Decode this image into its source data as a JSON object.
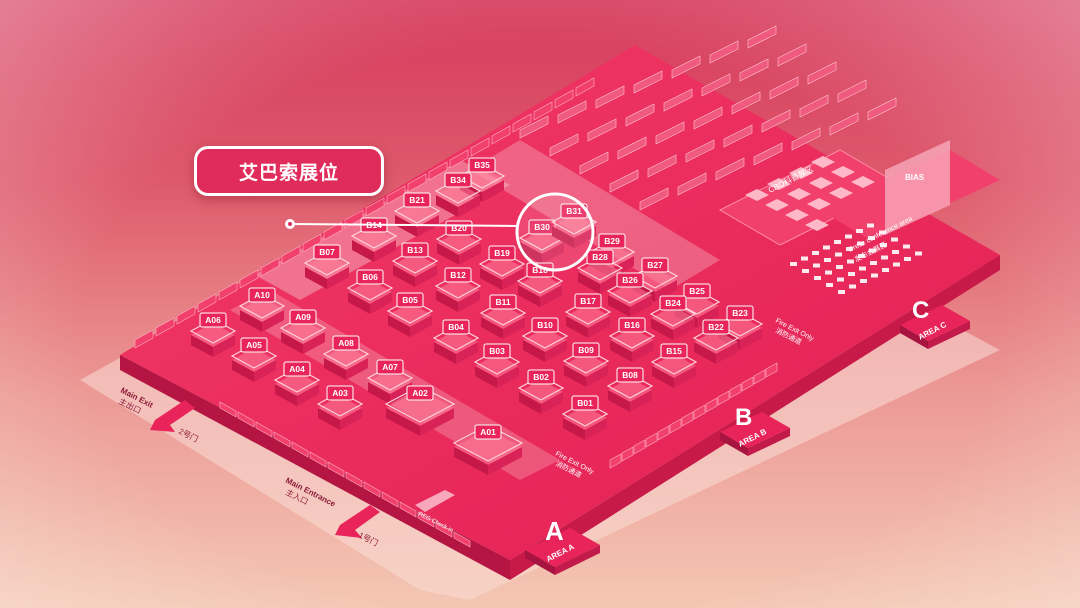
{
  "callout": {
    "title": "艾巴索展位"
  },
  "highlight": {
    "booth": "B30",
    "neighbor": "B31"
  },
  "area_a_booths": [
    "A10",
    "A09",
    "A08",
    "A07",
    "A06",
    "A05",
    "A04",
    "A03",
    "A02",
    "A01"
  ],
  "area_b_booths": [
    "B35",
    "B34",
    "B21",
    "B14",
    "B07",
    "B20",
    "B13",
    "B06",
    "B12",
    "B05",
    "B04",
    "B11",
    "B10",
    "B03",
    "B02",
    "B01",
    "B30",
    "B31",
    "B29",
    "B19",
    "B18",
    "B17",
    "B16",
    "B09",
    "B08",
    "B28",
    "B27",
    "B26",
    "B25",
    "B24",
    "B23",
    "B22",
    "B15"
  ],
  "labels": {
    "main_exit_en": "Main Exit",
    "main_exit_cn": "主出口",
    "gate2": "2号门",
    "main_entrance_en": "Main Entrance",
    "main_entrance_cn": "主入口",
    "gate1": "1号门",
    "fire_exit_1": "Fire Exit Only",
    "fire_exit_1_cn": "消防通道",
    "fire_exit_2": "Fire Exit Only",
    "fire_exit_2_cn": "消防通道",
    "cbo_zone": "CBO科普展区",
    "press_en": "Press conference area",
    "press_cn": "发布会展区",
    "brand": "BIAS",
    "area_a": "AREA A",
    "area_b": "AREA B",
    "area_c": "AREA C",
    "letter_a": "A",
    "letter_b": "B",
    "letter_c": "C",
    "reg": "REG Check-in"
  },
  "colors": {
    "floor": "#e8245a",
    "wall": "#c81a49",
    "booth": "#f04a74",
    "booth_top": "#ff6f90",
    "aisle": "#f7d2cf",
    "highlight": "#ffffff"
  }
}
